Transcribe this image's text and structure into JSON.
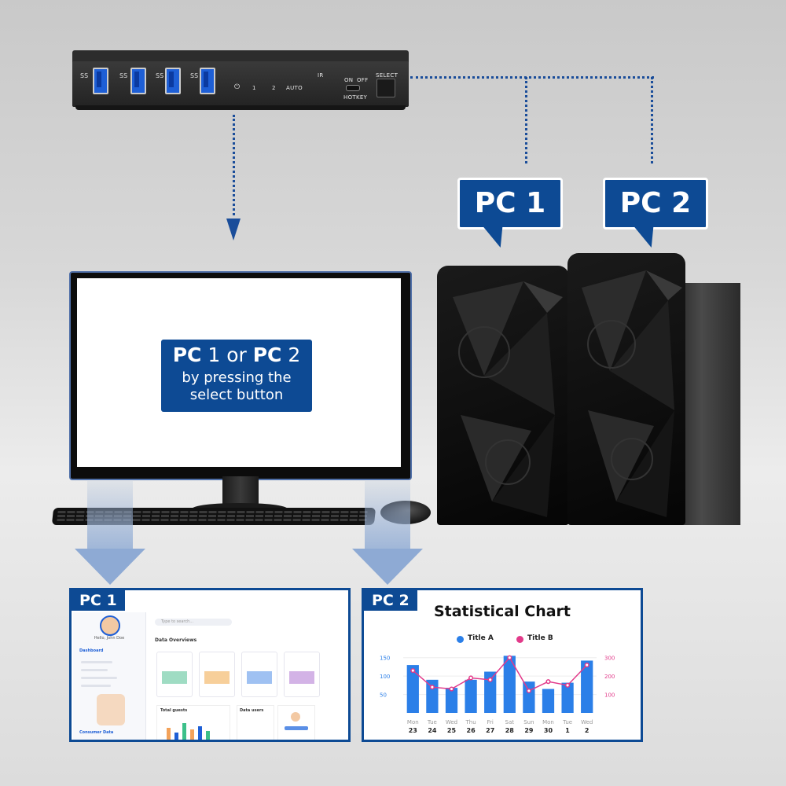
{
  "kvm": {
    "labels": {
      "one": "1",
      "two": "2",
      "auto": "AUTO",
      "ir": "IR",
      "on": "ON",
      "off": "OFF",
      "hotkey": "HOTKEY",
      "select": "SELECT"
    },
    "usb_symbol": "SS"
  },
  "labels": {
    "pc1": "PC 1",
    "pc2": "PC 2"
  },
  "monitor_message": {
    "pc1": "PC",
    "n1": " 1 or ",
    "pc2": "PC",
    "n2": " 2",
    "line2": "by pressing the",
    "line3": "select button"
  },
  "panels": {
    "pc1": {
      "tag": "PC 1",
      "search": "Type to search...",
      "user_greeting": "Hello, John Doe",
      "section_dashboard": "Dashboard",
      "overview_title": "Data Overviews",
      "total_guests": "Total guests",
      "data_users": "Data users",
      "section_consumer": "Consumer Data"
    },
    "pc2": {
      "tag": "PC 2"
    }
  },
  "chart_data": {
    "type": "bar",
    "title": "Statistical Chart",
    "categories": [
      "Mon",
      "Tue",
      "Wed",
      "Thu",
      "Fri",
      "Sat",
      "Sun",
      "Mon",
      "Tue",
      "Wed"
    ],
    "dates": [
      "23",
      "24",
      "25",
      "26",
      "27",
      "28",
      "29",
      "30",
      "1",
      "2"
    ],
    "series": [
      {
        "name": "Title A",
        "type": "bar",
        "axis": "left",
        "color": "#2b7fe8",
        "values": [
          130,
          90,
          68,
          90,
          112,
          155,
          85,
          65,
          82,
          142
        ]
      },
      {
        "name": "Title B",
        "type": "line",
        "axis": "right",
        "color": "#e23a8a",
        "values": [
          230,
          140,
          130,
          190,
          180,
          300,
          120,
          170,
          150,
          260
        ]
      }
    ],
    "y_left": {
      "ticks": [
        "150",
        "100",
        "50"
      ],
      "min": 0,
      "max": 175
    },
    "y_right": {
      "ticks": [
        "300",
        "200",
        "100"
      ],
      "min": 0,
      "max": 350
    },
    "legend": "top"
  }
}
